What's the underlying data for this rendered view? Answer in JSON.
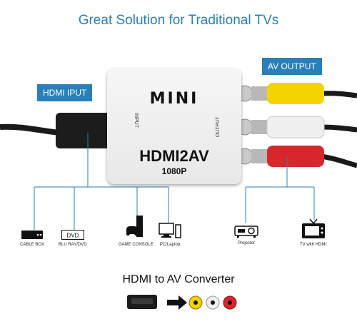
{
  "header": {
    "title": "Great Solution for Traditional TVs"
  },
  "badges": {
    "input": "HDMI IPUT",
    "output": "AV OUTPUT"
  },
  "adapter": {
    "brand": "MINI",
    "model": "HDMI2AV",
    "resolution": "1080P",
    "input_label": "INPUT",
    "output_label": "OUTPUT"
  },
  "sources": [
    {
      "label": "CABLE BOX",
      "icon": "cable-box-icon"
    },
    {
      "label": "BLU RAY/DVD",
      "icon": "dvd-player-icon",
      "icon_text": "DVD"
    },
    {
      "label": "GAME CONSOLE",
      "icon": "game-console-icon"
    },
    {
      "label": "PC/Laptop",
      "icon": "pc-icon"
    }
  ],
  "outputs": [
    {
      "label": "Projector",
      "icon": "projector-icon"
    },
    {
      "label": "TV with HDMI",
      "icon": "tv-icon"
    }
  ],
  "footer": {
    "subtitle": "HDMI to AV Converter"
  },
  "colors": {
    "accent": "#2a7fb8",
    "rca_yellow": "#f2d400",
    "rca_white": "#f0f0f0",
    "rca_red": "#d8262c"
  }
}
